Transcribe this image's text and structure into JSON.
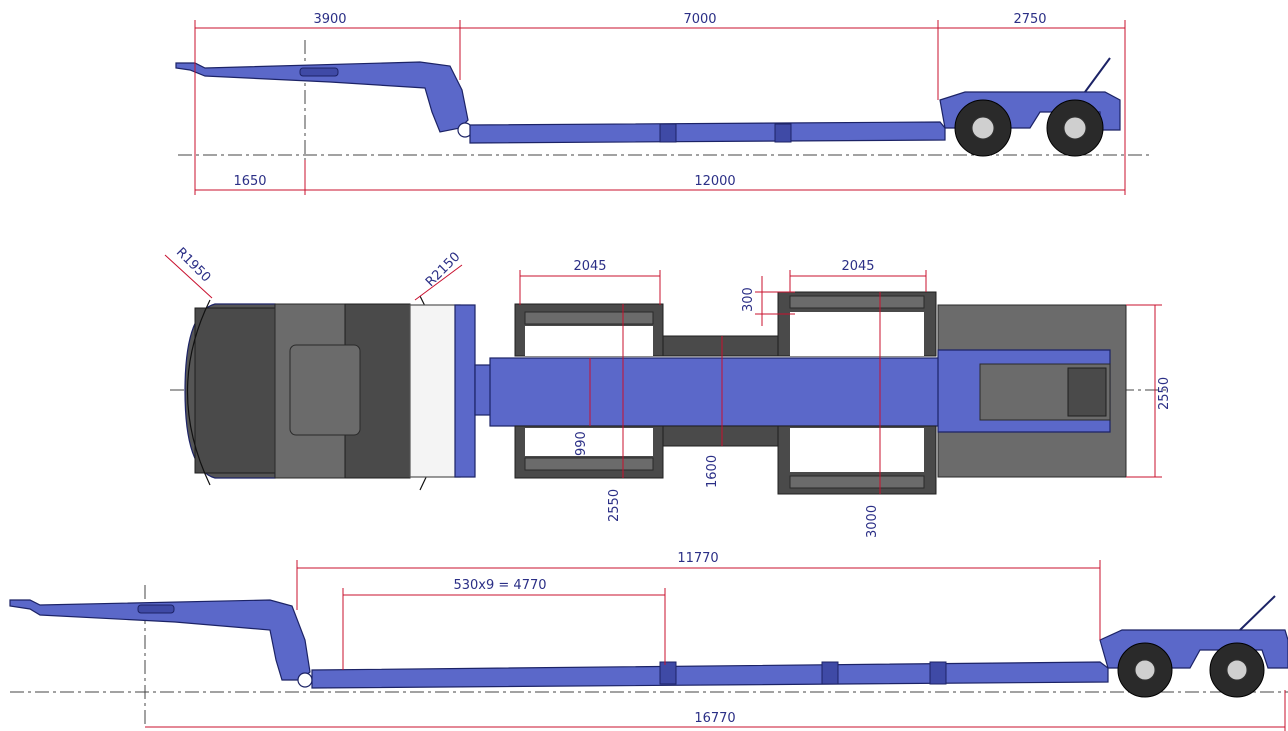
{
  "side_view_top": {
    "dims": [
      "3900",
      "7000",
      "2750",
      "1650",
      "12000"
    ]
  },
  "top_view": {
    "radii": [
      "R1950",
      "R2150"
    ],
    "dims": [
      "2045",
      "2045",
      "300",
      "2550",
      "990",
      "2550",
      "1600",
      "3000"
    ]
  },
  "side_view_bottom": {
    "dims": [
      "11770",
      "530x9 = 4770",
      "16770"
    ]
  },
  "colors": {
    "frame": "#5b68c9",
    "dimension_line": "#c8102e",
    "dimension_text": "#2b2f86",
    "deck": "#6b6b6b"
  }
}
